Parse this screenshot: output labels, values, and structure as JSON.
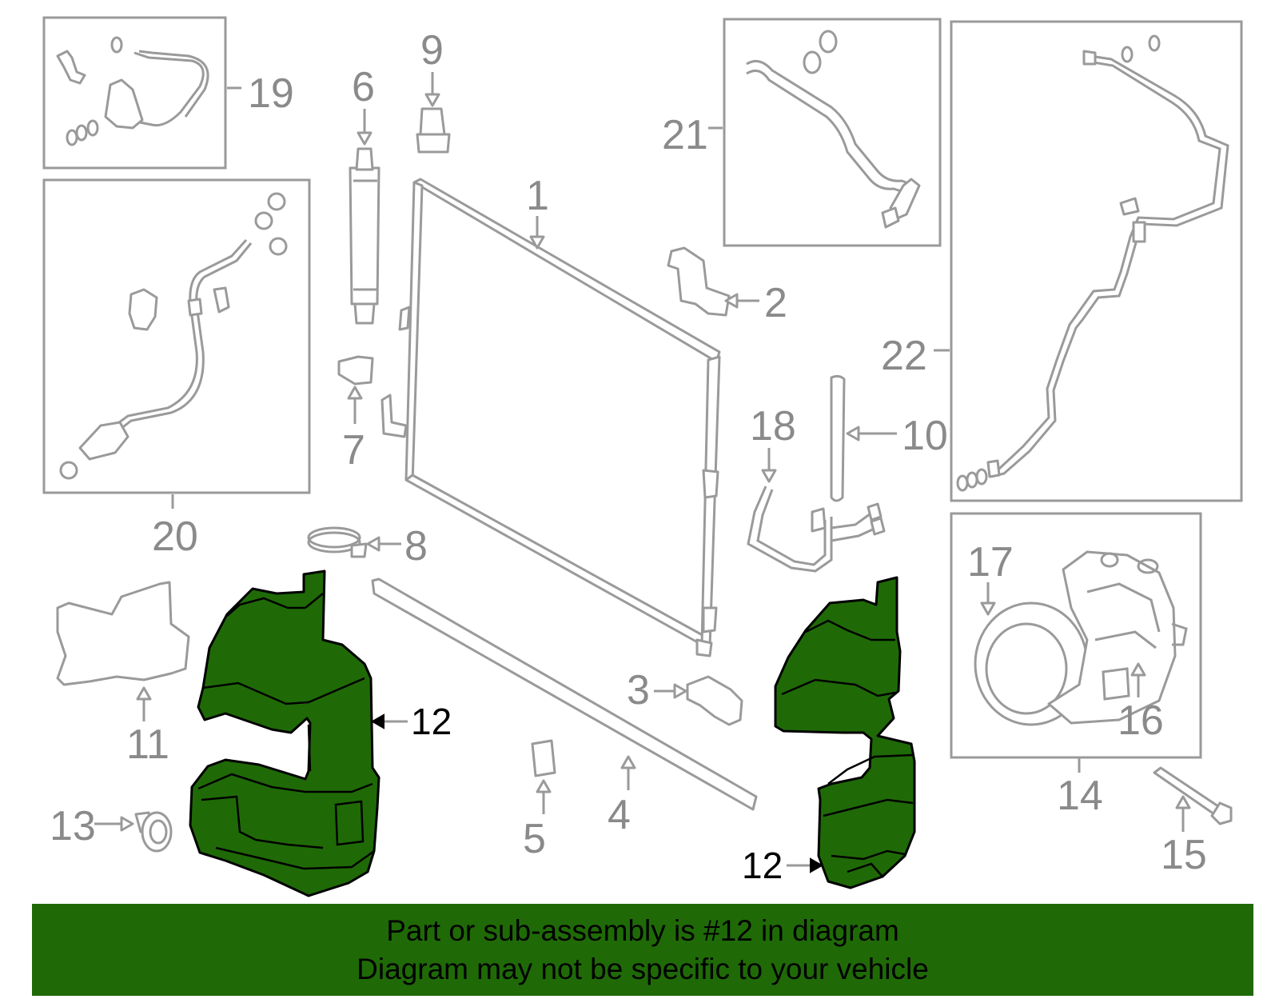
{
  "callouts": [
    "1",
    "2",
    "3",
    "4",
    "5",
    "6",
    "7",
    "8",
    "9",
    "10",
    "11",
    "12",
    "13",
    "14",
    "15",
    "16",
    "17",
    "18",
    "19",
    "20",
    "21",
    "22"
  ],
  "highlight": {
    "label_left": "12",
    "label_right": "12",
    "color": "#1f6a07"
  },
  "banner": {
    "line1": "Part or sub-assembly is #12 in diagram",
    "line2": "Diagram may not be specific to your vehicle",
    "background": "#1f6a07"
  }
}
